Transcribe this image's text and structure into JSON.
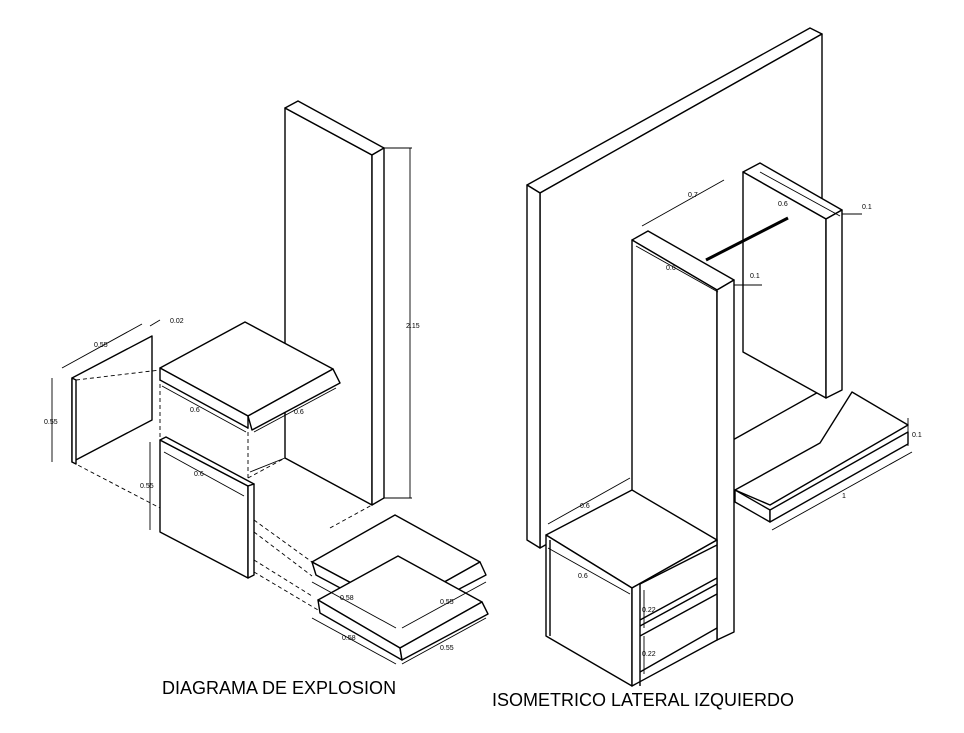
{
  "captions": {
    "explosion": "DIAGRAMA DE EXPLOSION",
    "isometric": "ISOMETRICO LATERAL IZQUIERDO"
  },
  "explosion_dims": {
    "panel_width": "0.55",
    "panel_thickness": "0.02",
    "panel_height": "0.55",
    "top_depth": "0.6",
    "top_width": "0.6",
    "side_depth": "0.6",
    "side_height": "0.55",
    "tall_height": "2.15",
    "shelf1_depth": "0.58",
    "shelf1_width": "0.55",
    "shelf2_depth": "0.58",
    "shelf2_width": "0.55"
  },
  "isometric_dims": {
    "span": "0.7",
    "rear_post_depth": "0.6",
    "rear_post_thickness": "0.1",
    "front_post_depth": "0.6",
    "front_post_thickness": "0.1",
    "base_thickness": "0.1",
    "base_length": "1",
    "cabinet_depth_top": "0.6",
    "cabinet_depth_front": "0.6",
    "shelf_gap_1": "0.22",
    "shelf_gap_2": "0.22"
  }
}
